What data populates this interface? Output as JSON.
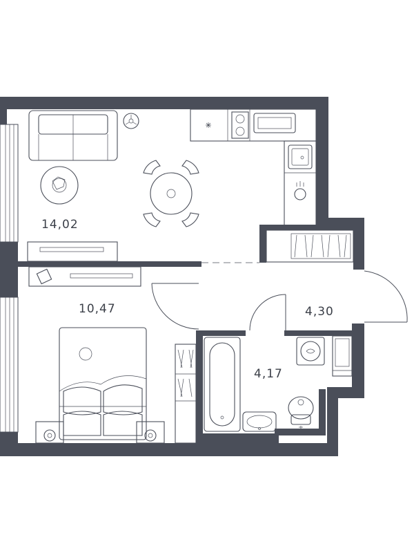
{
  "rooms": {
    "living_kitchen": {
      "area": "14,02"
    },
    "bedroom": {
      "area": "10,47"
    },
    "hall": {
      "area": "4,30"
    },
    "bathroom": {
      "area": "4,17"
    }
  },
  "colors": {
    "wall": "#4a4e59",
    "background": "#ffffff",
    "line": "#4a4e59"
  }
}
